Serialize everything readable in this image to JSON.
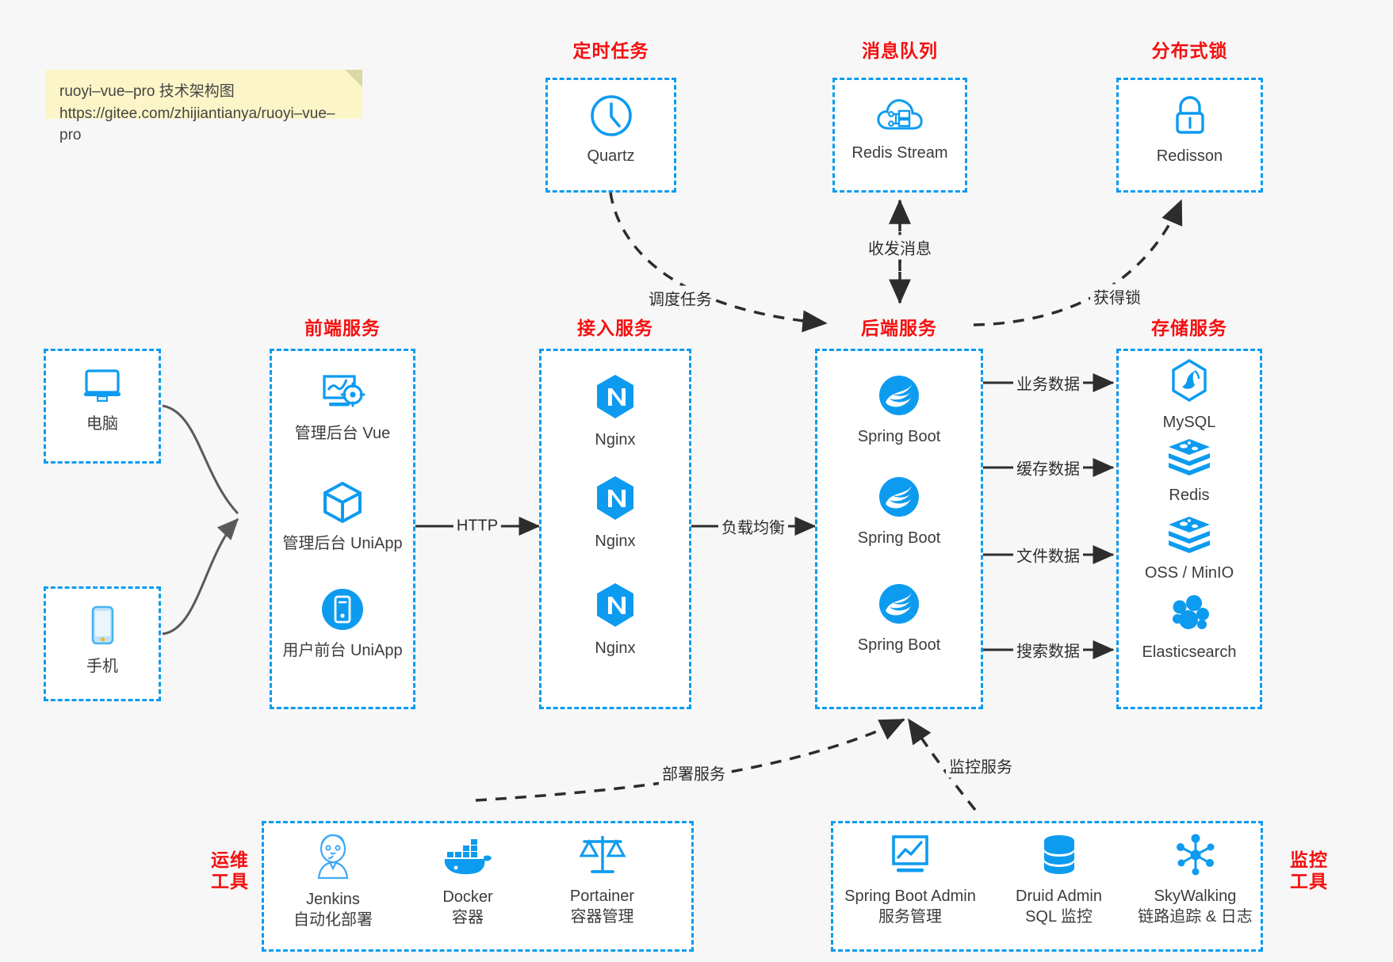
{
  "note": {
    "line1": "ruoyi–vue–pro 技术架构图",
    "line2": "https://gitee.com/zhijiantianya/ruoyi–vue–pro"
  },
  "colors": {
    "box_border": "#0d9bf0",
    "group_label": "#f50f10",
    "icon_blue": "#0d9bf0",
    "background": "#f7f7f7",
    "edge": "#2d2d2d",
    "curve": "#5a5a5a"
  },
  "groups": {
    "scheduler": {
      "label": "定时任务"
    },
    "mq": {
      "label": "消息队列"
    },
    "lock": {
      "label": "分布式锁"
    },
    "frontend": {
      "label": "前端服务"
    },
    "gateway": {
      "label": "接入服务"
    },
    "backend": {
      "label": "后端服务"
    },
    "storage": {
      "label": "存储服务"
    },
    "devops": {
      "label_line1": "运维",
      "label_line2": "工具"
    },
    "monitor": {
      "label_line1": "监控",
      "label_line2": "工具"
    }
  },
  "nodes": {
    "quartz": {
      "label": "Quartz",
      "icon": "clock-icon"
    },
    "redis_stream": {
      "label": "Redis Stream",
      "icon": "cloud-network-icon"
    },
    "redisson": {
      "label": "Redisson",
      "icon": "lock-icon"
    },
    "pc": {
      "label": "电脑",
      "icon": "desktop-monitor-icon"
    },
    "phone": {
      "label": "手机",
      "icon": "smartphone-icon"
    },
    "admin_vue": {
      "label": "管理后台 Vue",
      "icon": "dashboard-settings-icon"
    },
    "admin_uniapp": {
      "label": "管理后台 UniApp",
      "icon": "cube-icon"
    },
    "user_uniapp": {
      "label": "用户前台 UniApp",
      "icon": "mobile-circle-icon"
    },
    "nginx1": {
      "label": "Nginx",
      "icon": "nginx-icon"
    },
    "nginx2": {
      "label": "Nginx",
      "icon": "nginx-icon"
    },
    "nginx3": {
      "label": "Nginx",
      "icon": "nginx-icon"
    },
    "springboot1": {
      "label": "Spring Boot",
      "icon": "spring-boot-icon"
    },
    "springboot2": {
      "label": "Spring Boot",
      "icon": "spring-boot-icon"
    },
    "springboot3": {
      "label": "Spring Boot",
      "icon": "spring-boot-icon"
    },
    "mysql": {
      "label": "MySQL",
      "icon": "mysql-icon"
    },
    "redis": {
      "label": "Redis",
      "icon": "redis-icon"
    },
    "oss": {
      "label": "OSS / MinIO",
      "icon": "redis-icon"
    },
    "elasticsearch": {
      "label": "Elasticsearch",
      "icon": "elasticsearch-icon"
    },
    "jenkins": {
      "label": "Jenkins",
      "sub": "自动化部署",
      "icon": "jenkins-icon"
    },
    "docker": {
      "label": "Docker",
      "sub": "容器",
      "icon": "docker-whale-icon"
    },
    "portainer": {
      "label": "Portainer",
      "sub": "容器管理",
      "icon": "scales-icon"
    },
    "sba": {
      "label": "Spring Boot Admin",
      "sub": "服务管理",
      "icon": "monitor-chart-icon"
    },
    "druid": {
      "label": "Druid Admin",
      "sub": "SQL 监控",
      "icon": "database-icon"
    },
    "skywalking": {
      "label": "SkyWalking",
      "sub": "链路追踪 & 日志",
      "icon": "skywalking-node-icon"
    }
  },
  "edges": {
    "schedule_task": "调度任务",
    "send_receive_msg": "收发消息",
    "acquire_lock": "获得锁",
    "http": "HTTP",
    "load_balance": "负载均衡",
    "business_data": "业务数据",
    "cache_data": "缓存数据",
    "file_data": "文件数据",
    "search_data": "搜索数据",
    "deploy_service": "部署服务",
    "monitor_service": "监控服务"
  }
}
